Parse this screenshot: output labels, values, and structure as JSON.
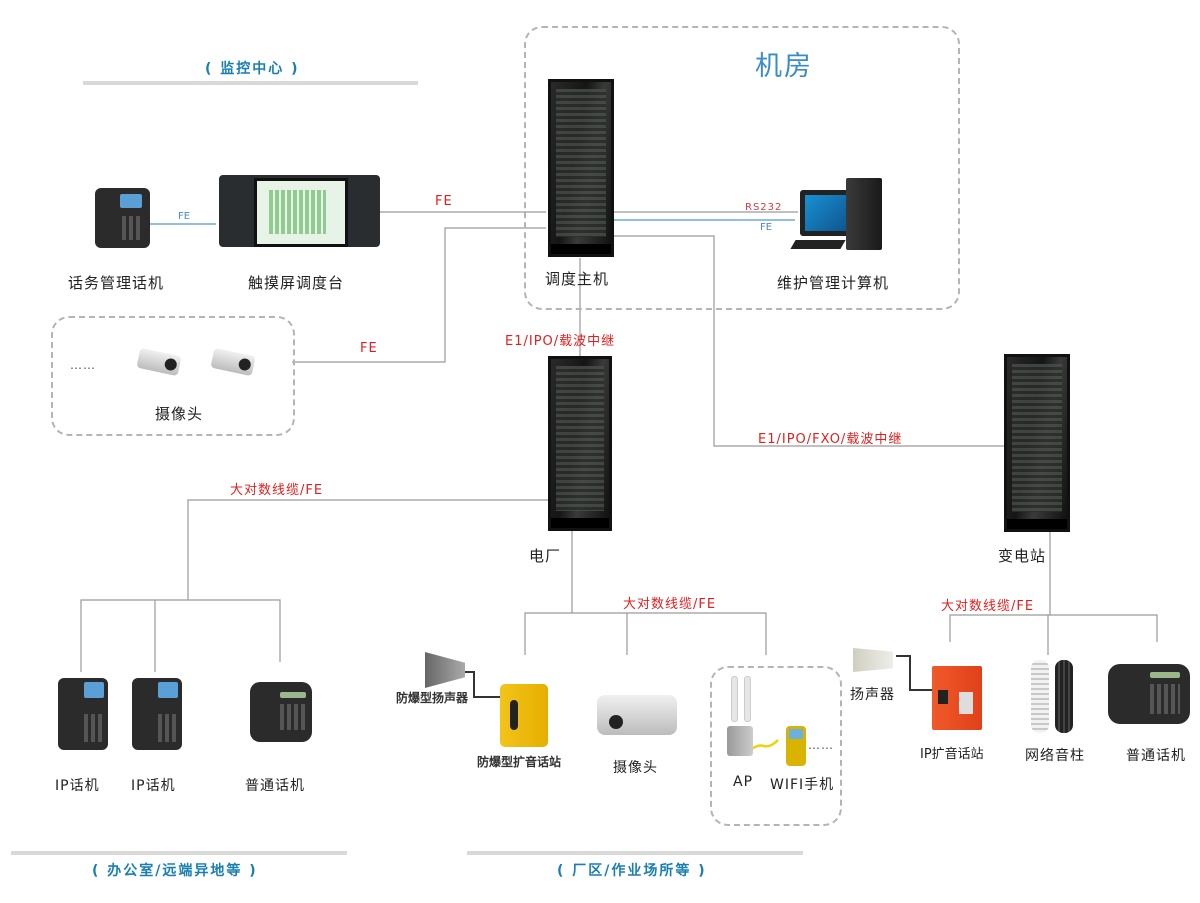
{
  "zones": {
    "monitoring_center": "( 监控中心 )",
    "office_remote": "( 办公室/远端异地等 )",
    "plant_area": "( 厂区/作业场所等 )",
    "machine_room": "机房"
  },
  "devices": {
    "operator_phone": "话务管理话机",
    "touch_console": "触摸屏调度台",
    "dispatch_host": "调度主机",
    "maintenance_pc": "维护管理计算机",
    "cameras": "摄像头",
    "power_plant": "电厂",
    "substation": "变电站",
    "ip_phone_1": "IP话机",
    "ip_phone_2": "IP话机",
    "analog_phone_office": "普通话机",
    "explosion_proof_speaker": "防爆型扬声器",
    "explosion_proof_station": "防爆型扩音话站",
    "plant_camera": "摄像头",
    "ap": "AP",
    "wifi_phone": "WIFI手机",
    "speaker": "扬声器",
    "ip_pa_station": "IP扩音话站",
    "network_column_speaker": "网络音柱",
    "analog_phone_substation": "普通话机"
  },
  "links": {
    "phone_console": "FE",
    "console_host": "FE",
    "cameras_host": "FE",
    "host_pc_rs232": "RS232",
    "host_pc_fe": "FE",
    "host_plant": "E1/IPO/载波中继",
    "host_substation": "E1/IPO/FXO/载波中继",
    "plant_office": "大对数线缆/FE",
    "plant_field": "大对数线缆/FE",
    "substation_field": "大对数线缆/FE"
  },
  "ellipsis": {
    "cameras": "……",
    "wifi": "……"
  },
  "colors": {
    "zone_title": "#1a7fb0",
    "link_label": "#e02020",
    "fe_line": "#6fa8d6",
    "room_title": "#3a8cc8"
  }
}
